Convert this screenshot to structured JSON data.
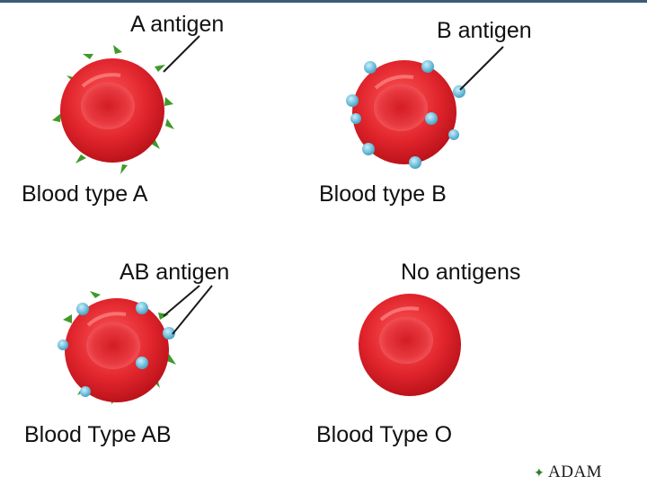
{
  "cells": [
    {
      "caption": "Blood type A",
      "antigen_label": "A antigen",
      "antigens": "A"
    },
    {
      "caption": "Blood type B",
      "antigen_label": "B antigen",
      "antigens": "B"
    },
    {
      "caption": "Blood Type AB",
      "antigen_label": "AB antigen",
      "antigens": "AB"
    },
    {
      "caption": "Blood Type O",
      "antigen_label": "No antigens",
      "antigens": "none"
    }
  ],
  "credit": {
    "mark": "✦",
    "text": "ADAM"
  },
  "colors": {
    "cell_outer": "#c8141c",
    "cell_inner": "#e6323a",
    "cell_highlight": "#ff6a6a",
    "antigen_a": "#3e9a2a",
    "antigen_b": "#6cc4de",
    "leader_line": "#1a1a1a"
  }
}
